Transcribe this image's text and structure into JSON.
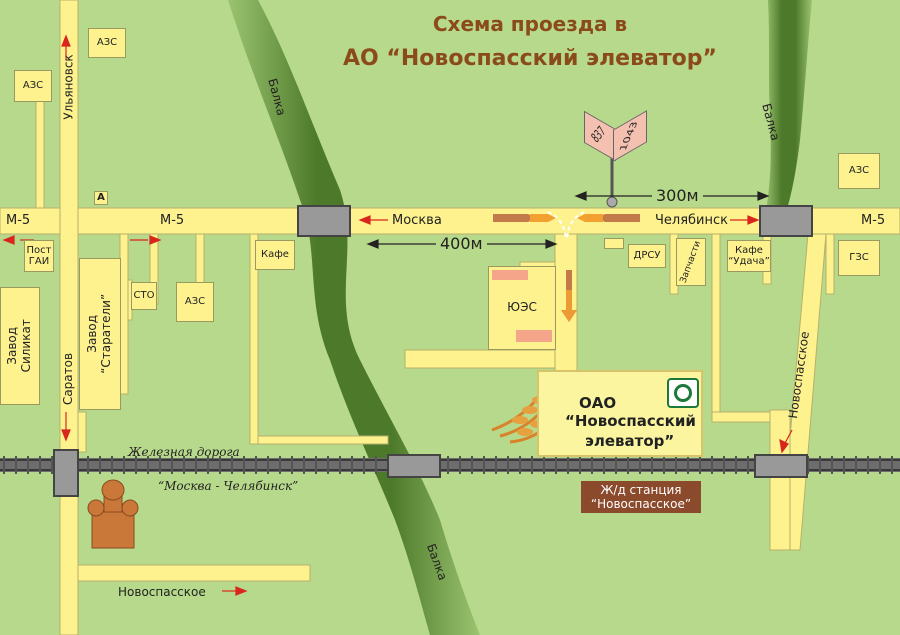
{
  "title": {
    "line1": "Схема проезда в",
    "line2": "АО “Новоспасский элеватор”"
  },
  "roads": {
    "m5_left": "М-5",
    "m5_mid": "М-5",
    "m5_right": "М-5",
    "to_moscow": "Москва",
    "to_chelyabinsk": "Челябинск",
    "to_ulyanovsk": "Ульяновск",
    "to_saratov": "Саратов",
    "to_novospasskoe_right": "Новоспасское",
    "to_novospasskoe_bottom": "Новоспасское"
  },
  "distances": {
    "d400": "400м",
    "d300": "300м"
  },
  "ravines": {
    "balka_1": "Балка",
    "balka_2": "Балка",
    "balka_3": "Балка"
  },
  "railway": {
    "label1": "Железная дорога",
    "label2": "“Москва - Челябинск”",
    "station": "Ж/д станция\n“Новоспасское”"
  },
  "sign": {
    "km_left": "837",
    "km_right": "1043"
  },
  "buildings": {
    "azs_1": "АЗС",
    "azs_2": "АЗС",
    "azs_3": "АЗС",
    "azs_4": "АЗС",
    "marker_a": "А",
    "post_gai": "Пост\nГАИ",
    "sto": "СТО",
    "zavod_silikat": "Завод\nСиликат",
    "zavod_stárateli": "Завод\n“Старатели”",
    "cafe_1": "Кафе",
    "uez": "ЮЭС",
    "drsu": "ДРСУ",
    "zapchasti": "Запчасти",
    "cafe_udacha": "Кафе\n“Удача”",
    "gzs": "ГЗС"
  },
  "company": {
    "line1": "ОАО",
    "line2": "“Новоспасский",
    "line3": "элеватор”"
  },
  "colors": {
    "background": "#b7d98b",
    "road": "#fdf28e",
    "ravine": "#4f7a2c",
    "title": "#8b4a1a",
    "arrow": "#d9261c",
    "station": "#8b4a2b"
  }
}
